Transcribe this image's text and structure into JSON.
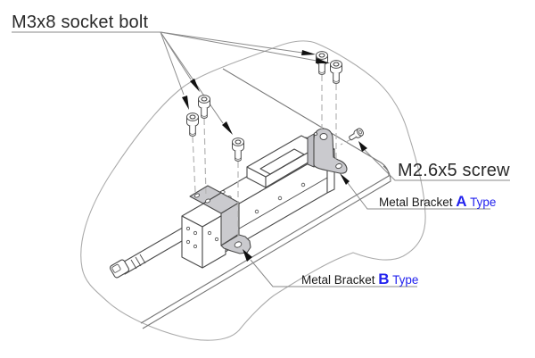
{
  "diagram": {
    "labels": {
      "socket_bolt": "M3x8 socket bolt",
      "screw": "M2.6x5 screw",
      "bracket_a": {
        "prefix": "Metal Bracket ",
        "letter": "A",
        "suffix": " Type"
      },
      "bracket_b": {
        "prefix": "Metal Bracket ",
        "letter": "B",
        "suffix": " Type"
      }
    },
    "colors": {
      "accent_blue": "#2222ee",
      "machine_line": "#4a4a4a",
      "sketch_line": "#ababab",
      "bracket_fill": "#cacace",
      "background": "#ffffff"
    },
    "counts": {
      "socket_bolts_shown": 5,
      "screws_shown": 1
    }
  }
}
